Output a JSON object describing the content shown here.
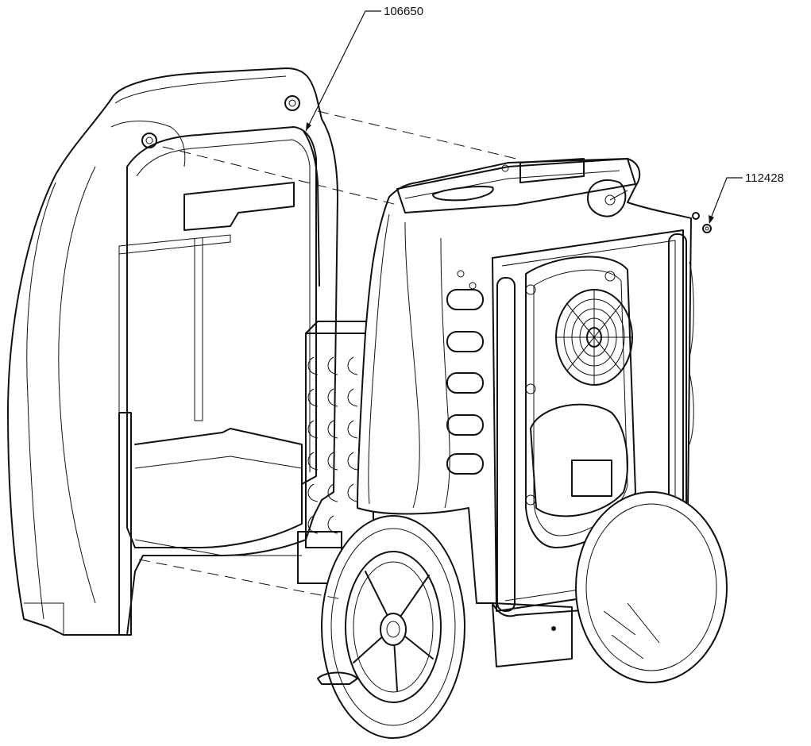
{
  "callouts": [
    {
      "id": "part-106650",
      "label": "106650"
    },
    {
      "id": "part-112428",
      "label": "112428"
    }
  ],
  "colors": {
    "ink": "#111111",
    "paper": "#ffffff"
  }
}
